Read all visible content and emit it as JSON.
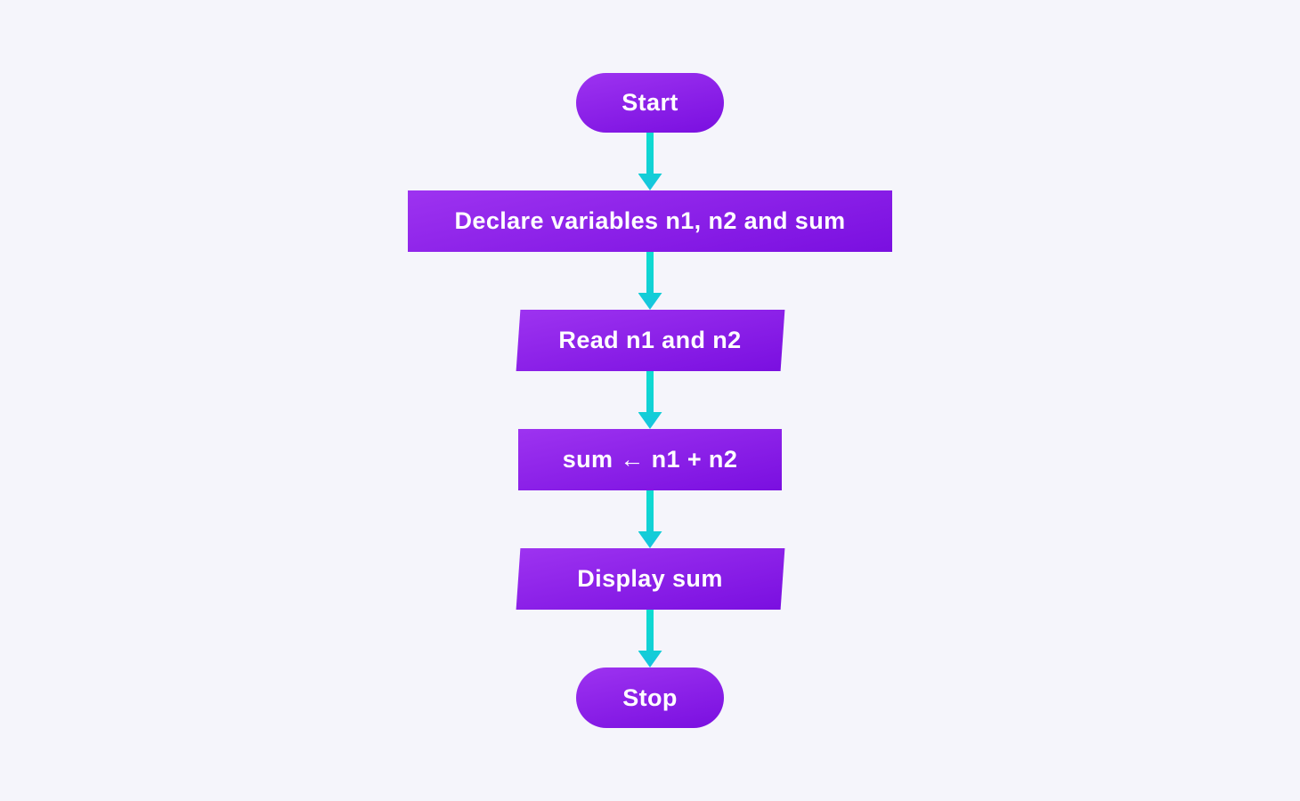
{
  "flowchart": {
    "nodes": [
      {
        "type": "terminator",
        "label": "Start"
      },
      {
        "type": "process",
        "label": "Declare variables n1, n2 and sum"
      },
      {
        "type": "io",
        "label": "Read n1 and n2"
      },
      {
        "type": "process",
        "label": "sum ← n1 + n2"
      },
      {
        "type": "io",
        "label": "Display sum"
      },
      {
        "type": "terminator",
        "label": "Stop"
      }
    ],
    "colors": {
      "background": "#F5F5FB",
      "node_gradient_start": "#9D33F0",
      "node_gradient_end": "#7A0FE0",
      "arrow_top": "#0EDCD0",
      "arrow_mid": "#12CFD6",
      "arrow_tip": "#17C3E0",
      "text": "#FFFFFF"
    }
  }
}
